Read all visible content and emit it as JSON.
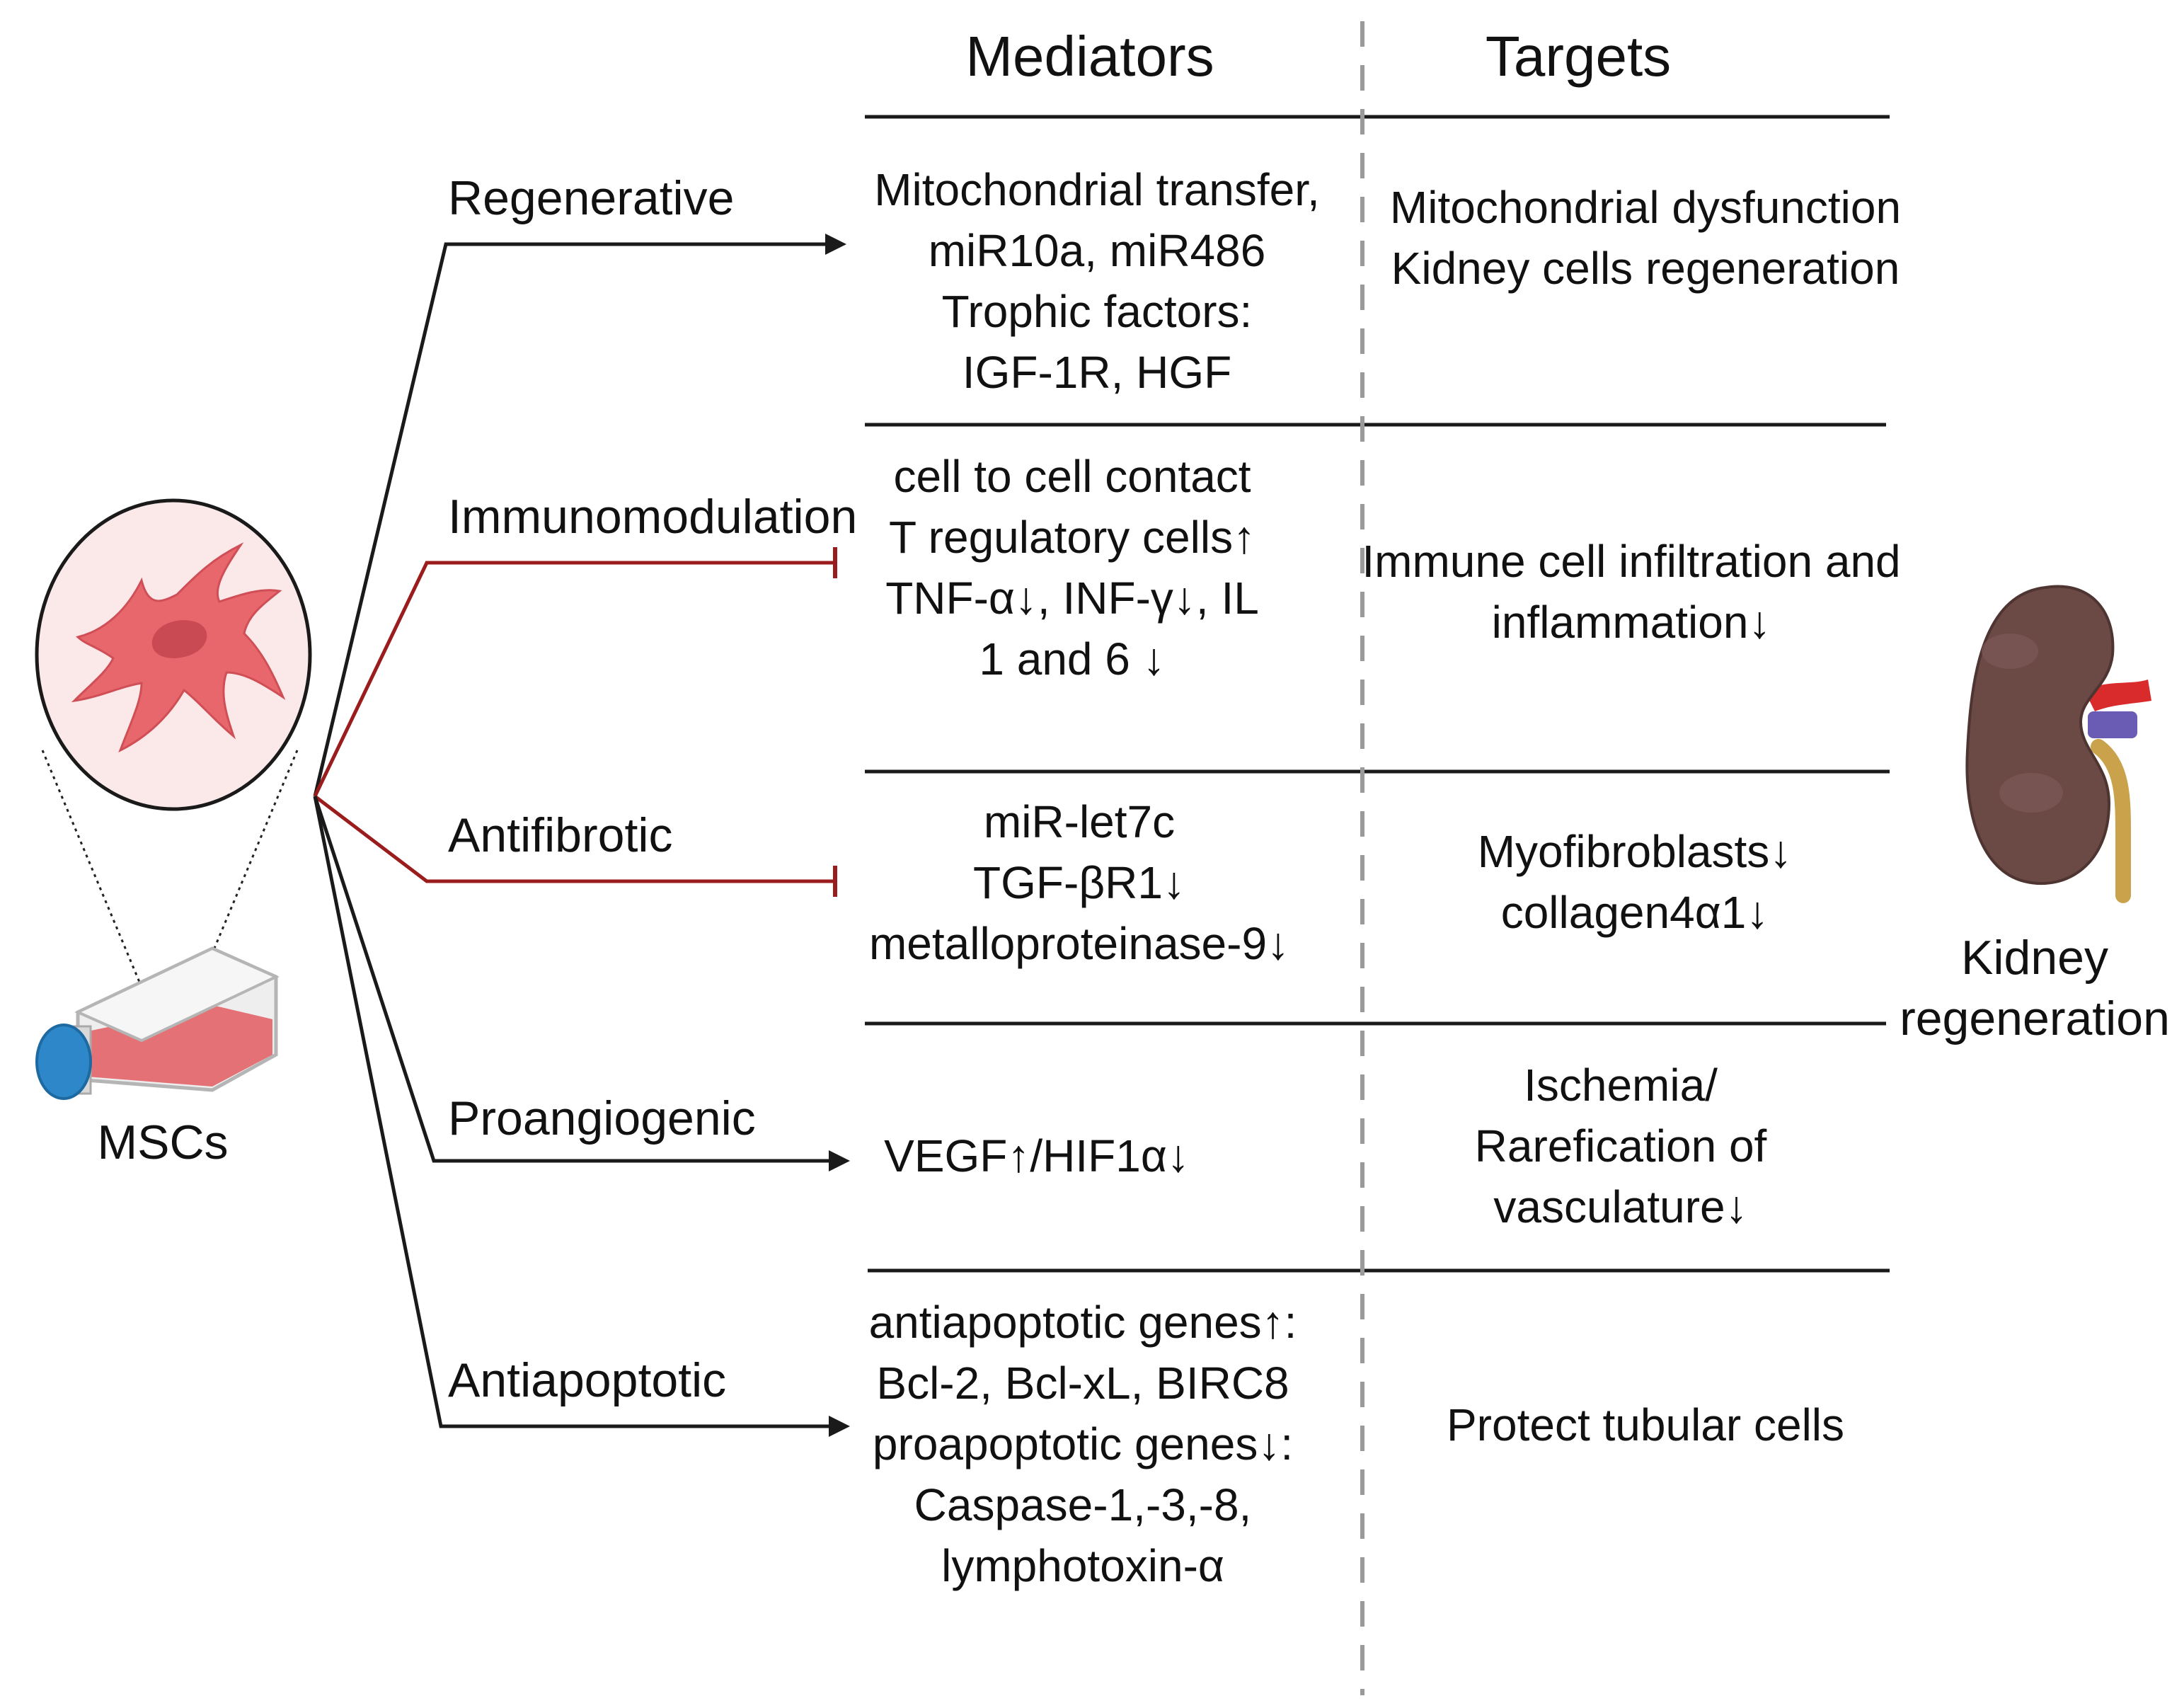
{
  "headers": {
    "mediators": "Mediators",
    "targets": "Targets"
  },
  "source_label": "MSCs",
  "kidney_label": [
    "Kidney",
    "regeneration"
  ],
  "categories": [
    "Regenerative",
    "Immunomodulation",
    "Antifibrotic",
    "Proangiogenic",
    "Antiapoptotic"
  ],
  "branch_styles": [
    {
      "arrow": "arrow",
      "color": "#1a1a1a"
    },
    {
      "arrow": "inhibit",
      "color": "#9b1c1c"
    },
    {
      "arrow": "inhibit",
      "color": "#9b1c1c"
    },
    {
      "arrow": "arrow",
      "color": "#1a1a1a"
    },
    {
      "arrow": "arrow",
      "color": "#1a1a1a"
    }
  ],
  "mediators": [
    [
      "Mitochondrial transfer,",
      "miR10a, miR486",
      "Trophic factors:",
      "IGF-1R, HGF"
    ],
    [
      "cell to cell contact",
      "T regulatory cells↑",
      "TNF-α↓, INF-γ↓, IL",
      "1 and 6 ↓"
    ],
    [
      "miR-let7c",
      "TGF-βR1↓",
      "metalloproteinase-9↓"
    ],
    [
      "VEGF↑/HIF1α↓"
    ],
    [
      "antiapoptotic genes↑:",
      "Bcl-2, Bcl-xL, BIRC8",
      "proapoptotic genes↓:",
      "Caspase-1,-3,-8,",
      "lymphotoxin-α"
    ]
  ],
  "targets": [
    [
      "Mitochondrial dysfunction",
      "Kidney cells regeneration"
    ],
    [
      "Immune cell infiltration and",
      "inflammation↓"
    ],
    [
      "Myofibroblasts↓",
      "collagen4α1↓"
    ],
    [
      "Ischemia/",
      "Rarefication of",
      "vasculature↓"
    ],
    [
      "Protect tubular cells"
    ]
  ],
  "colors": {
    "line": "#1a1a1a",
    "inhibitory": "#9b1c1c",
    "cell": "#e8676c",
    "cell_circle_fill": "#fbe9ea",
    "flask_liquid": "#e05a5f",
    "cap": "#2d87c8",
    "kidney": "#6b4a46",
    "artery": "#d92b2b",
    "vein": "#6a5bb5",
    "ureter": "#c9a24b"
  }
}
